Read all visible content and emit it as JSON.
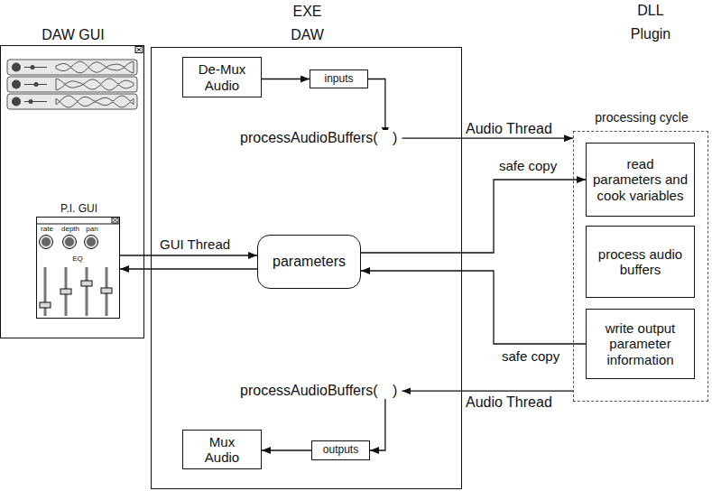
{
  "diagram": {
    "nodes": [
      {
        "text": [
          "DAW GUI"
        ]
      },
      {
        "text": [
          "P.I. GUI",
          "rate",
          "depth",
          "pan",
          "EQ"
        ],
        "in": 0
      },
      {
        "text": [
          "EXE",
          "DAW"
        ]
      },
      {
        "text": [
          "De-Mux Audio"
        ],
        "in": 2
      },
      {
        "text": [
          "inputs"
        ],
        "in": 2
      },
      {
        "text": [
          "parameters"
        ],
        "in": 2
      },
      {
        "text": [
          "outputs"
        ],
        "in": 2
      },
      {
        "text": [
          "Mux Audio"
        ],
        "in": 2
      },
      {
        "text": [
          "processing cycle"
        ]
      },
      {
        "text": [
          "read parameters and cook variables"
        ],
        "in": 8
      },
      {
        "text": [
          "process audio buffers"
        ],
        "in": 8
      },
      {
        "text": [
          "write output parameter information"
        ],
        "in": 8
      }
    ],
    "edges": [
      {
        "from": 3,
        "to": 4,
        "arrow": "to"
      },
      {
        "from": 1,
        "to": 5,
        "label": "GUI Thread",
        "arrow": "to"
      },
      {
        "from": 5,
        "to": 1,
        "arrow": "to"
      },
      {
        "from": 5,
        "to": 9,
        "label": "safe copy",
        "arrow": "to"
      },
      {
        "from": 11,
        "to": 5,
        "label": "safe copy",
        "arrow": "to"
      },
      {
        "from": 6,
        "to": 7,
        "arrow": "to"
      }
    ],
    "labels": [
      "DLL",
      "Plugin",
      "processAudioBuffers( )",
      "Audio Thread",
      "processAudioBuffers( )",
      "Audio Thread"
    ]
  }
}
